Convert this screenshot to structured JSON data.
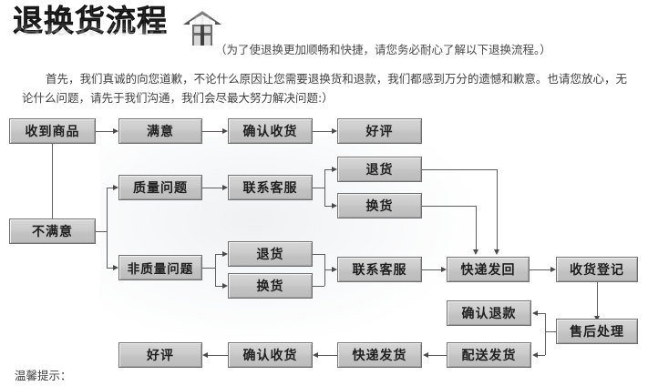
{
  "header": {
    "title": "退换货流程",
    "icon": "house-icon",
    "subtitle": "（为了使退换更加顺畅和快捷，请您务必耐心了解以下退换流程。）"
  },
  "intro": "首先，我们真诚的向您道歉，不论什么原因让您需要退换货和退款，我们都感到万分的遗憾和歉意。也请您放心，无论什么问题，请先于我们沟通，我们会尽最大努力解决问题:）",
  "footnote": "温馨提示：",
  "colors": {
    "node_fill": "#cccccc",
    "node_border": "#6f6f6f",
    "connector": "#5d5d5d",
    "text": "#1f1f1f",
    "title": "#2b2b2b"
  },
  "flow": {
    "nodes": [
      {
        "id": "received",
        "label": "收到商品"
      },
      {
        "id": "satisfied",
        "label": "满意"
      },
      {
        "id": "confirm-receipt-top",
        "label": "确认收货"
      },
      {
        "id": "good-review-top",
        "label": "好评"
      },
      {
        "id": "quality-issue",
        "label": "质量问题"
      },
      {
        "id": "contact-cs-1",
        "label": "联系客服"
      },
      {
        "id": "return-1",
        "label": "退货"
      },
      {
        "id": "exchange-1",
        "label": "换货"
      },
      {
        "id": "unsatisfied",
        "label": "不满意"
      },
      {
        "id": "non-quality-issue",
        "label": "非质量问题"
      },
      {
        "id": "return-2",
        "label": "退货"
      },
      {
        "id": "exchange-2",
        "label": "换货"
      },
      {
        "id": "contact-cs-2",
        "label": "联系客服"
      },
      {
        "id": "ship-back",
        "label": "快递发回"
      },
      {
        "id": "receipt-log",
        "label": "收货登记"
      },
      {
        "id": "confirm-refund",
        "label": "确认退款"
      },
      {
        "id": "after-sales",
        "label": "售后处理"
      },
      {
        "id": "dispatch",
        "label": "配送发货"
      },
      {
        "id": "ship-out",
        "label": "快递发货"
      },
      {
        "id": "confirm-receipt-bottom",
        "label": "确认收货"
      },
      {
        "id": "good-review-bottom",
        "label": "好评"
      }
    ]
  }
}
